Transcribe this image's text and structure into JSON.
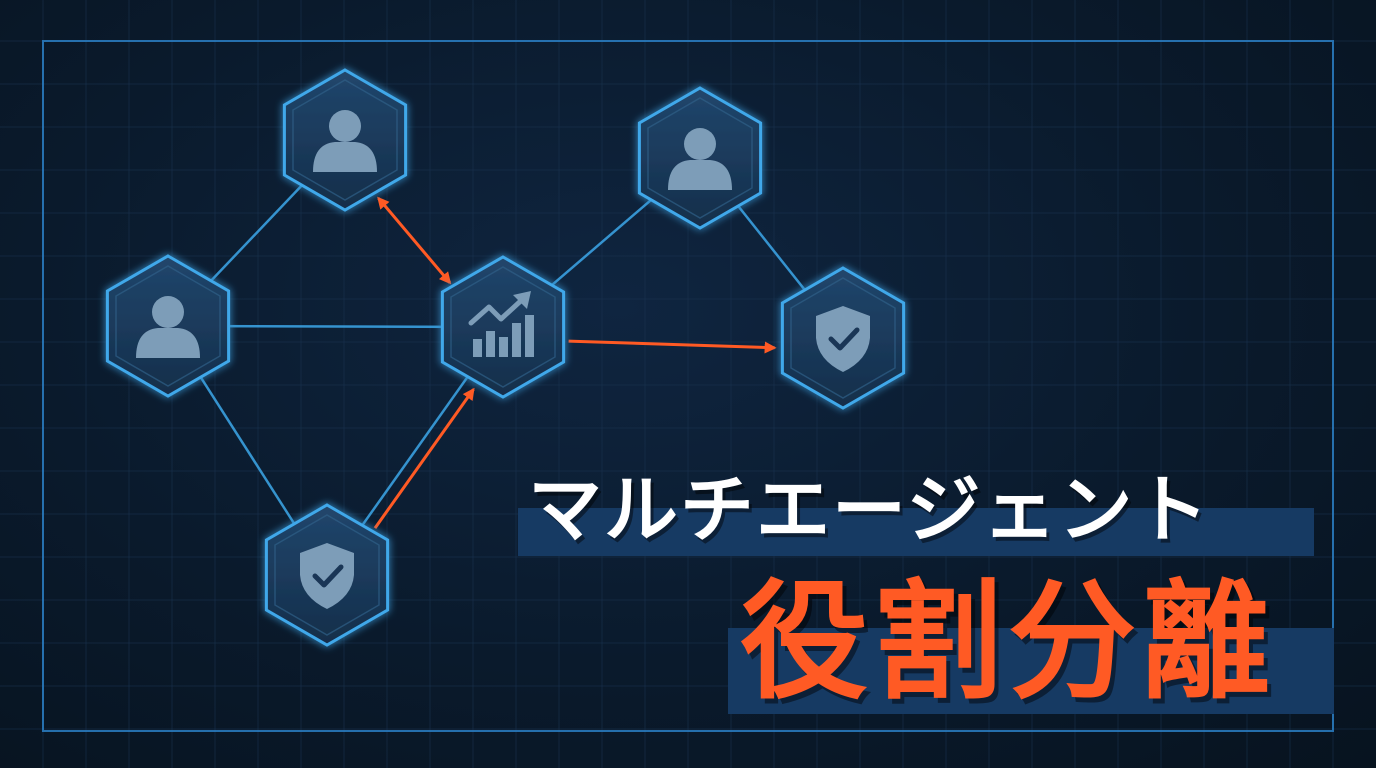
{
  "title": {
    "line1": "マルチエージェント",
    "line2": "役割分離"
  },
  "nodes": [
    {
      "id": "agent-top",
      "icon": "user-icon"
    },
    {
      "id": "agent-left",
      "icon": "user-icon"
    },
    {
      "id": "orchestrator-center",
      "icon": "growth-chart-icon"
    },
    {
      "id": "agent-top-right",
      "icon": "user-icon"
    },
    {
      "id": "verifier-right",
      "icon": "shield-check-icon"
    },
    {
      "id": "verifier-bottom",
      "icon": "shield-check-icon"
    }
  ],
  "links": [
    {
      "from": "agent-top",
      "to": "agent-left"
    },
    {
      "from": "agent-left",
      "to": "orchestrator-center"
    },
    {
      "from": "agent-left",
      "to": "verifier-bottom"
    },
    {
      "from": "verifier-bottom",
      "to": "orchestrator-center"
    },
    {
      "from": "orchestrator-center",
      "to": "agent-top-right"
    },
    {
      "from": "agent-top-right",
      "to": "verifier-right"
    }
  ],
  "arrows": [
    {
      "from": "agent-top",
      "to": "orchestrator-center",
      "bidirectional": true
    },
    {
      "from": "verifier-bottom",
      "to": "orchestrator-center",
      "bidirectional": false
    },
    {
      "from": "orchestrator-center",
      "to": "verifier-right",
      "bidirectional": false
    }
  ],
  "colors": {
    "background": "#0a1a2b",
    "grid_line": "#1a3350",
    "frame": "#2a7fc4",
    "link": "#3aa0e0",
    "node_border": "#3fa8ea",
    "node_fill": "#1c3b5c",
    "icon": "#7d9db8",
    "arrow": "#ff5a24",
    "title_text": "#ffffff",
    "title_accent": "#ff5a24",
    "title_band": "#163a63"
  }
}
